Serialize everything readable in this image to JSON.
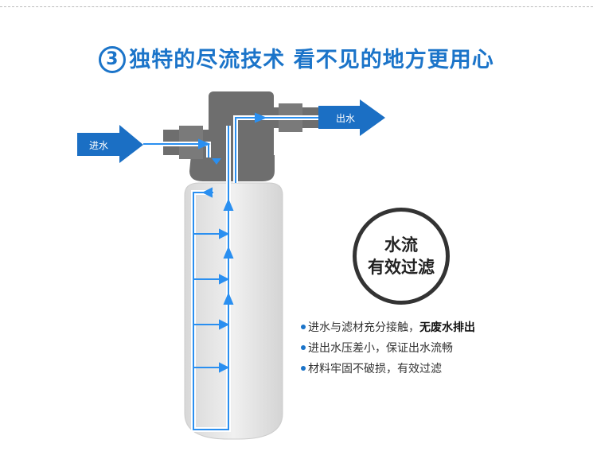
{
  "title": {
    "number": "3",
    "text": "独特的尽流技术 看不见的地方更用心"
  },
  "labels": {
    "inlet": "进水",
    "outlet": "出水"
  },
  "badge": {
    "line1": "水流",
    "line2": "有效过滤"
  },
  "bullets": [
    {
      "text": "进水与滤材充分接触，",
      "bold": "无废水排出"
    },
    {
      "text": "进出水压差小，保证出水流畅",
      "bold": ""
    },
    {
      "text": "材料牢固不破损，有效过滤",
      "bold": ""
    }
  ],
  "colors": {
    "accent": "#1b74c9",
    "flow": "#2a8ff0",
    "head": "#6e6e6e",
    "tank": "#e6e6e6"
  }
}
